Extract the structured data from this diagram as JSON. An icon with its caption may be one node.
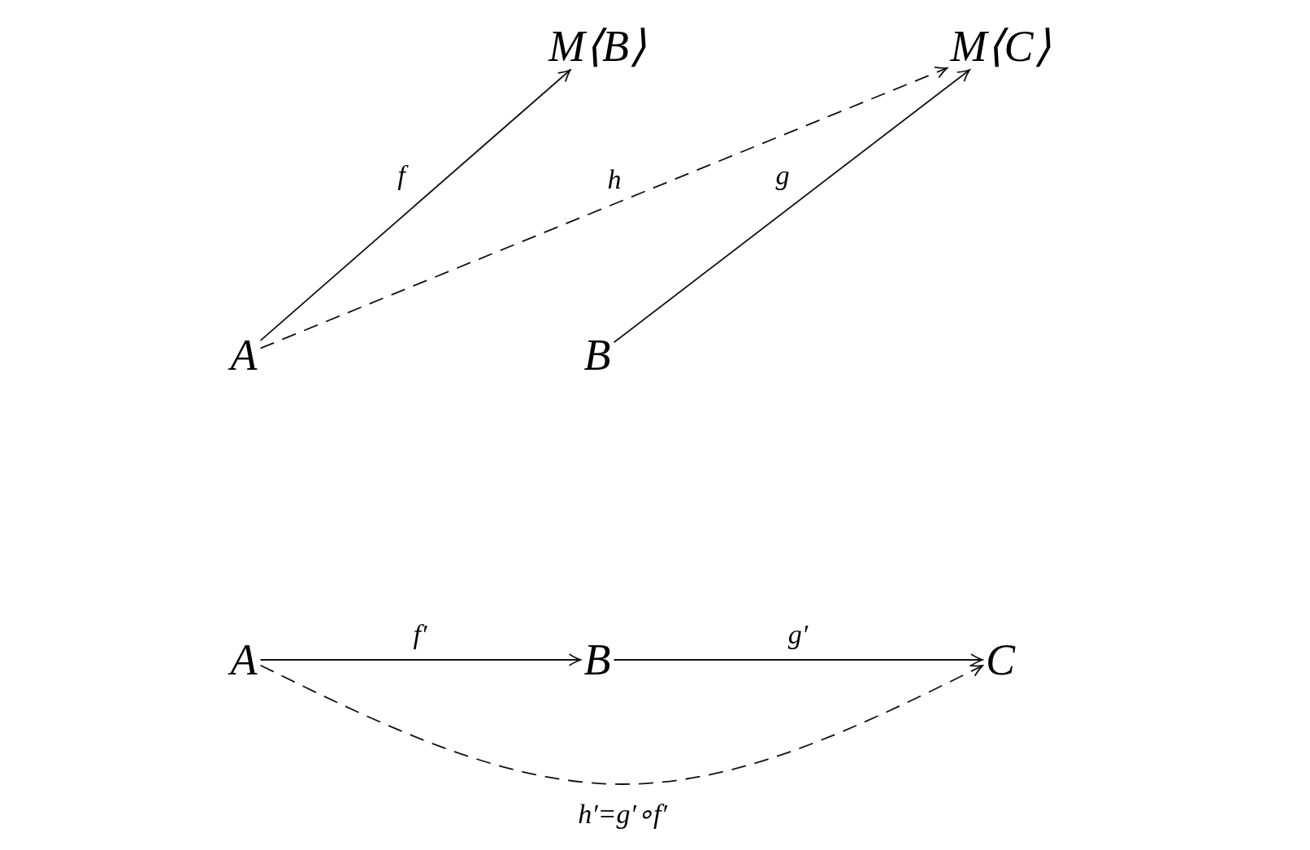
{
  "diagram": {
    "nodes": [
      {
        "text": [
          "M⟨B⟩"
        ]
      },
      {
        "text": [
          "M⟨C⟩"
        ]
      },
      {
        "text": [
          "A"
        ]
      },
      {
        "text": [
          "B"
        ]
      },
      {
        "text": [
          "A"
        ]
      },
      {
        "text": [
          "B"
        ]
      },
      {
        "text": [
          "C"
        ]
      }
    ],
    "edges": [
      {
        "from": 2,
        "to": 0,
        "arrow": "to",
        "label": "f"
      },
      {
        "from": 2,
        "to": 1,
        "arrow": "to",
        "label": "h",
        "style": "dashed"
      },
      {
        "from": 3,
        "to": 1,
        "arrow": "to",
        "label": "g"
      },
      {
        "from": 4,
        "to": 5,
        "arrow": "to",
        "label": "f′"
      },
      {
        "from": 5,
        "to": 6,
        "arrow": "to",
        "label": "g′"
      },
      {
        "from": 4,
        "to": 6,
        "arrow": "to",
        "label": "h′=g′∘f′",
        "style": "dashed"
      }
    ]
  }
}
